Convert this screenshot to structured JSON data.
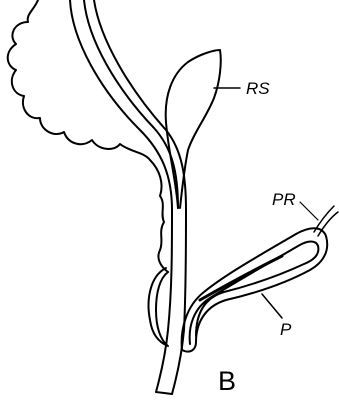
{
  "figure": {
    "panel_letter": "B",
    "labels": {
      "rs": "RS",
      "pr": "PR",
      "p": "P"
    }
  }
}
